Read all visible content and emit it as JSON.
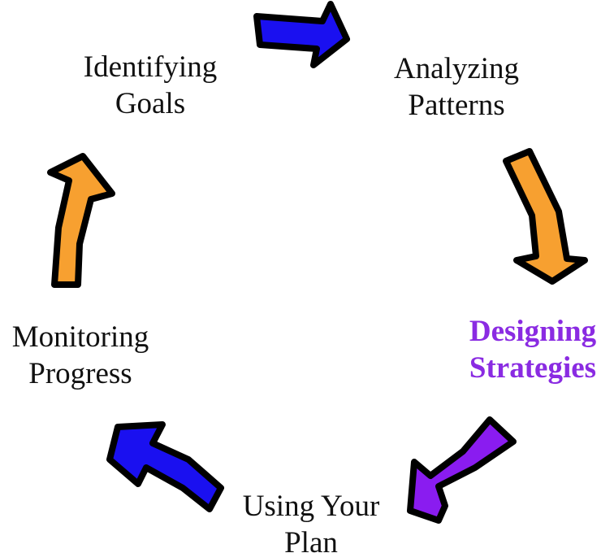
{
  "steps": [
    {
      "line1": "Identifying",
      "line2": "Goals"
    },
    {
      "line1": "Analyzing",
      "line2": "Patterns"
    },
    {
      "line1": "Designing",
      "line2": "Strategies"
    },
    {
      "line1": "Using Your",
      "line2": "Plan"
    },
    {
      "line1": "Monitoring",
      "line2": "Progress"
    }
  ],
  "colors": {
    "blue": "#1a10f0",
    "orange": "#f7a030",
    "purple": "#8a1cf0",
    "highlight_text": "#8a2be2",
    "outline": "#000000"
  }
}
